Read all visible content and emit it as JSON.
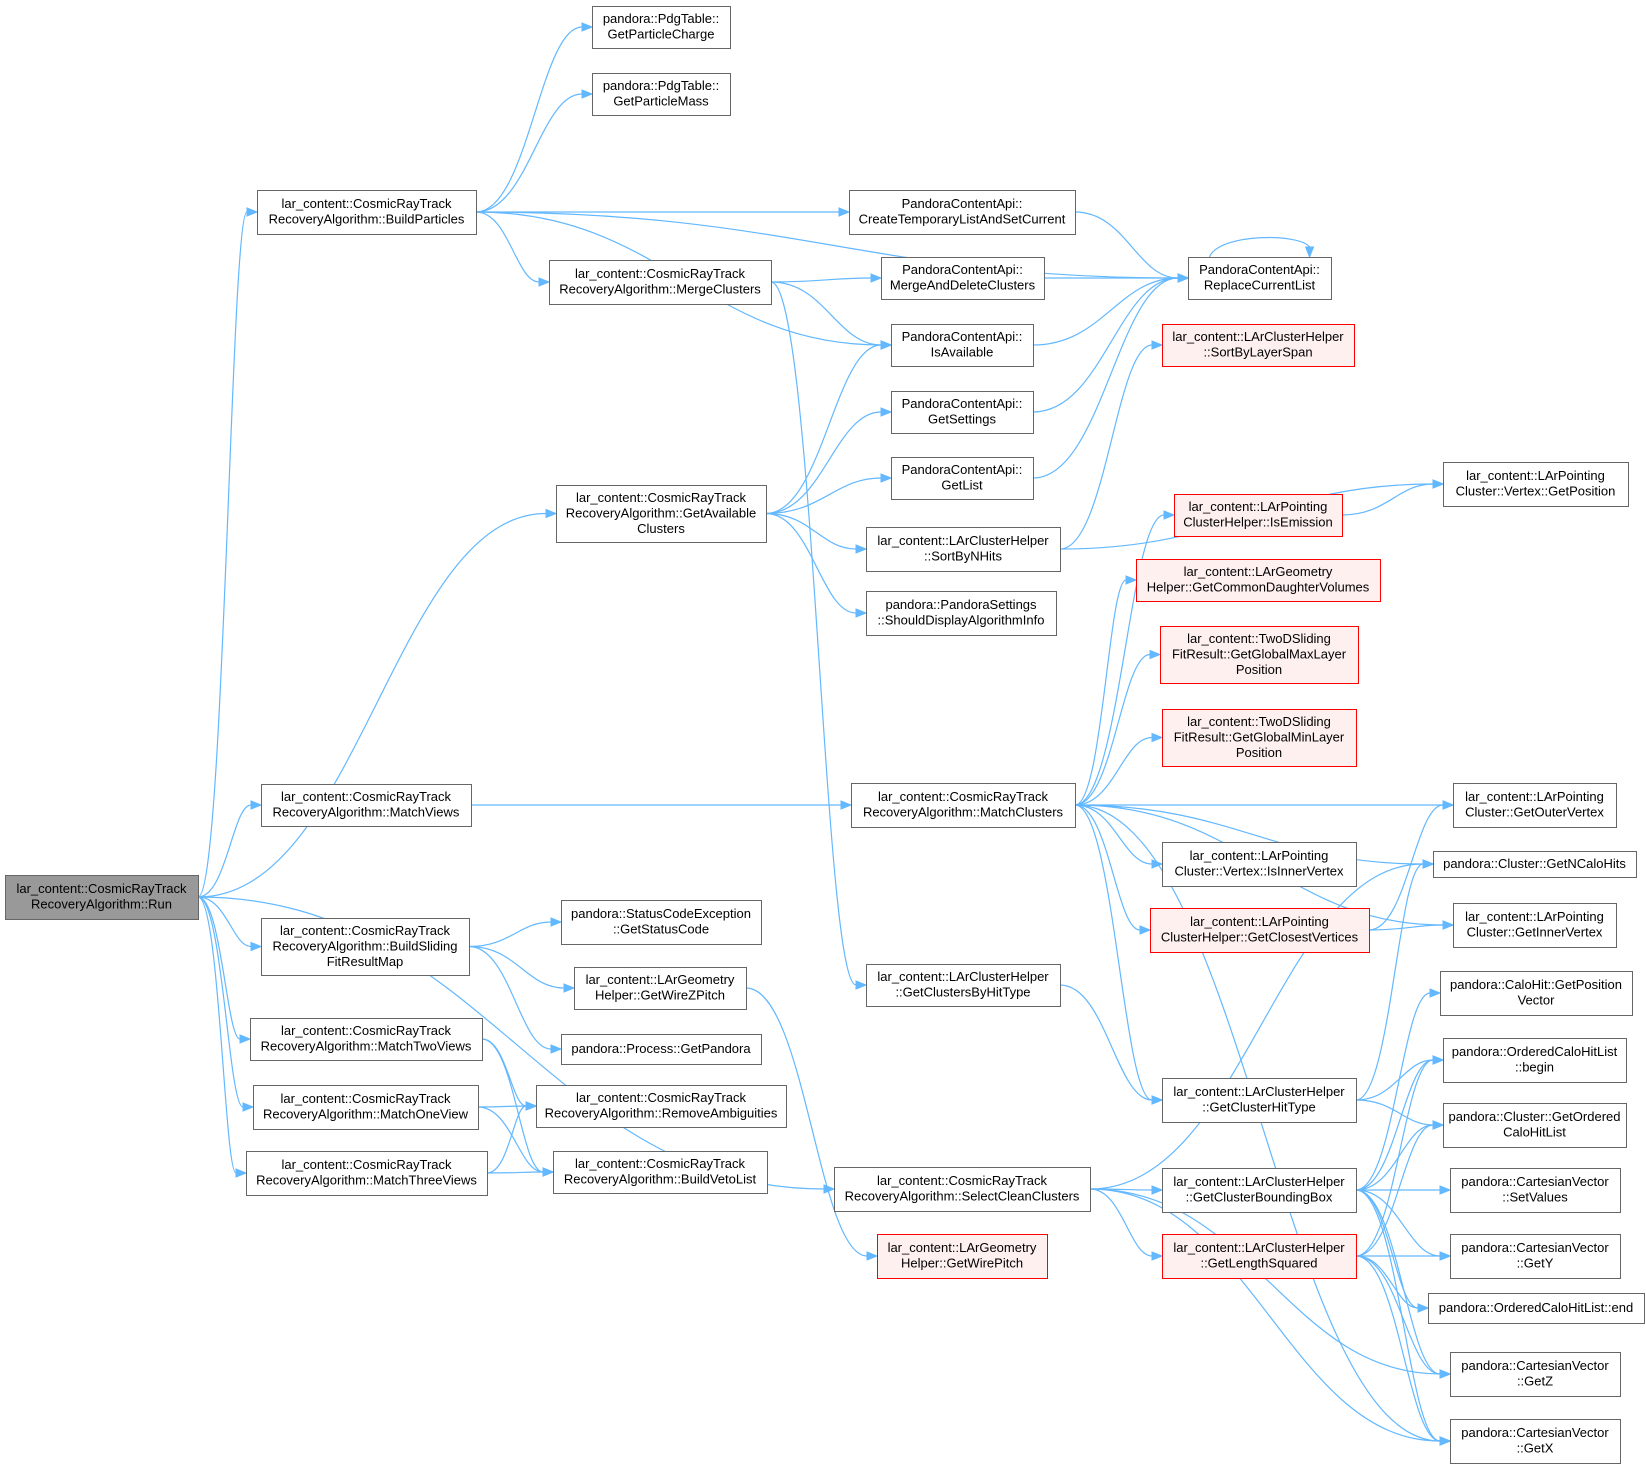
{
  "colors": {
    "node_fill": "#ffffff",
    "node_border": "#666666",
    "root_fill": "#999999",
    "root_border": "#666666",
    "truncated_fill": "#fff0f0",
    "truncated_border": "#ff0000",
    "edge": "#63b8ff"
  },
  "nodes": [
    {
      "id": "run",
      "lines": [
        "lar_content::CosmicRayTrack",
        "RecoveryAlgorithm::Run"
      ],
      "style": "root"
    },
    {
      "id": "buildParticles",
      "lines": [
        "lar_content::CosmicRayTrack",
        "RecoveryAlgorithm::BuildParticles"
      ],
      "style": "normal"
    },
    {
      "id": "pdgCharge",
      "lines": [
        "pandora::PdgTable::",
        "GetParticleCharge"
      ],
      "style": "normal"
    },
    {
      "id": "pdgMass",
      "lines": [
        "pandora::PdgTable::",
        "GetParticleMass"
      ],
      "style": "normal"
    },
    {
      "id": "createTemp",
      "lines": [
        "PandoraContentApi::",
        "CreateTemporaryListAndSetCurrent"
      ],
      "style": "normal"
    },
    {
      "id": "replaceList",
      "lines": [
        "PandoraContentApi::",
        "ReplaceCurrentList"
      ],
      "style": "normal"
    },
    {
      "id": "mergeClusters",
      "lines": [
        "lar_content::CosmicRayTrack",
        "RecoveryAlgorithm::MergeClusters"
      ],
      "style": "normal"
    },
    {
      "id": "mergeDelete",
      "lines": [
        "PandoraContentApi::",
        "MergeAndDeleteClusters"
      ],
      "style": "normal"
    },
    {
      "id": "isAvailable",
      "lines": [
        "PandoraContentApi::",
        "IsAvailable"
      ],
      "style": "normal"
    },
    {
      "id": "sortLayerSpan",
      "lines": [
        "lar_content::LArClusterHelper",
        "::SortByLayerSpan"
      ],
      "style": "truncated"
    },
    {
      "id": "getSettings",
      "lines": [
        "PandoraContentApi::",
        "GetSettings"
      ],
      "style": "normal"
    },
    {
      "id": "getAvailable",
      "lines": [
        "lar_content::CosmicRayTrack",
        "RecoveryAlgorithm::GetAvailable",
        "Clusters"
      ],
      "style": "normal"
    },
    {
      "id": "getList",
      "lines": [
        "PandoraContentApi::",
        "GetList"
      ],
      "style": "normal"
    },
    {
      "id": "vertexGetPos",
      "lines": [
        "lar_content::LArPointing",
        "Cluster::Vertex::GetPosition"
      ],
      "style": "normal"
    },
    {
      "id": "isEmission",
      "lines": [
        "lar_content::LArPointing",
        "ClusterHelper::IsEmission"
      ],
      "style": "truncated"
    },
    {
      "id": "sortNHits",
      "lines": [
        "lar_content::LArClusterHelper",
        "::SortByNHits"
      ],
      "style": "normal"
    },
    {
      "id": "commonDaughter",
      "lines": [
        "lar_content::LArGeometry",
        "Helper::GetCommonDaughterVolumes"
      ],
      "style": "truncated"
    },
    {
      "id": "shouldDisplay",
      "lines": [
        "pandora::PandoraSettings",
        "::ShouldDisplayAlgorithmInfo"
      ],
      "style": "normal"
    },
    {
      "id": "globalMax",
      "lines": [
        "lar_content::TwoDSliding",
        "FitResult::GetGlobalMaxLayer",
        "Position"
      ],
      "style": "truncated"
    },
    {
      "id": "globalMin",
      "lines": [
        "lar_content::TwoDSliding",
        "FitResult::GetGlobalMinLayer",
        "Position"
      ],
      "style": "truncated"
    },
    {
      "id": "matchViews",
      "lines": [
        "lar_content::CosmicRayTrack",
        "RecoveryAlgorithm::MatchViews"
      ],
      "style": "normal"
    },
    {
      "id": "matchClusters",
      "lines": [
        "lar_content::CosmicRayTrack",
        "RecoveryAlgorithm::MatchClusters"
      ],
      "style": "normal"
    },
    {
      "id": "getOuterVertex",
      "lines": [
        "lar_content::LArPointing",
        "Cluster::GetOuterVertex"
      ],
      "style": "normal"
    },
    {
      "id": "isInnerVertex",
      "lines": [
        "lar_content::LArPointing",
        "Cluster::Vertex::IsInnerVertex"
      ],
      "style": "normal"
    },
    {
      "id": "getNCaloHits",
      "lines": [
        "pandora::Cluster::GetNCaloHits"
      ],
      "style": "normal"
    },
    {
      "id": "statusCode",
      "lines": [
        "pandora::StatusCodeException",
        "::GetStatusCode"
      ],
      "style": "normal"
    },
    {
      "id": "buildSliding",
      "lines": [
        "lar_content::CosmicRayTrack",
        "RecoveryAlgorithm::BuildSliding",
        "FitResultMap"
      ],
      "style": "normal"
    },
    {
      "id": "closestVertices",
      "lines": [
        "lar_content::LArPointing",
        "ClusterHelper::GetClosestVertices"
      ],
      "style": "truncated"
    },
    {
      "id": "getInnerVertex",
      "lines": [
        "lar_content::LArPointing",
        "Cluster::GetInnerVertex"
      ],
      "style": "normal"
    },
    {
      "id": "wireZPitch",
      "lines": [
        "lar_content::LArGeometry",
        "Helper::GetWireZPitch"
      ],
      "style": "normal"
    },
    {
      "id": "clustersByHitType",
      "lines": [
        "lar_content::LArClusterHelper",
        "::GetClustersByHitType"
      ],
      "style": "normal"
    },
    {
      "id": "caloHitPos",
      "lines": [
        "pandora::CaloHit::GetPosition",
        "Vector"
      ],
      "style": "normal"
    },
    {
      "id": "matchTwoViews",
      "lines": [
        "lar_content::CosmicRayTrack",
        "RecoveryAlgorithm::MatchTwoViews"
      ],
      "style": "normal"
    },
    {
      "id": "getPandora",
      "lines": [
        "pandora::Process::GetPandora"
      ],
      "style": "normal"
    },
    {
      "id": "orderedBegin",
      "lines": [
        "pandora::OrderedCaloHitList",
        "::begin"
      ],
      "style": "normal"
    },
    {
      "id": "matchOneView",
      "lines": [
        "lar_content::CosmicRayTrack",
        "RecoveryAlgorithm::MatchOneView"
      ],
      "style": "normal"
    },
    {
      "id": "removeAmbig",
      "lines": [
        "lar_content::CosmicRayTrack",
        "RecoveryAlgorithm::RemoveAmbiguities"
      ],
      "style": "normal"
    },
    {
      "id": "clusterHitType",
      "lines": [
        "lar_content::LArClusterHelper",
        "::GetClusterHitType"
      ],
      "style": "normal"
    },
    {
      "id": "getOrderedList",
      "lines": [
        "pandora::Cluster::GetOrdered",
        "CaloHitList"
      ],
      "style": "normal"
    },
    {
      "id": "matchThreeViews",
      "lines": [
        "lar_content::CosmicRayTrack",
        "RecoveryAlgorithm::MatchThreeViews"
      ],
      "style": "normal"
    },
    {
      "id": "buildVeto",
      "lines": [
        "lar_content::CosmicRayTrack",
        "RecoveryAlgorithm::BuildVetoList"
      ],
      "style": "normal"
    },
    {
      "id": "selectClean",
      "lines": [
        "lar_content::CosmicRayTrack",
        "RecoveryAlgorithm::SelectCleanClusters"
      ],
      "style": "normal"
    },
    {
      "id": "boundingBox",
      "lines": [
        "lar_content::LArClusterHelper",
        "::GetClusterBoundingBox"
      ],
      "style": "normal"
    },
    {
      "id": "setValues",
      "lines": [
        "pandora::CartesianVector",
        "::SetValues"
      ],
      "style": "normal"
    },
    {
      "id": "wirePitch",
      "lines": [
        "lar_content::LArGeometry",
        "Helper::GetWirePitch"
      ],
      "style": "truncated"
    },
    {
      "id": "lengthSquared",
      "lines": [
        "lar_content::LArClusterHelper",
        "::GetLengthSquared"
      ],
      "style": "truncated"
    },
    {
      "id": "getY",
      "lines": [
        "pandora::CartesianVector",
        "::GetY"
      ],
      "style": "normal"
    },
    {
      "id": "orderedEnd",
      "lines": [
        "pandora::OrderedCaloHitList::end"
      ],
      "style": "normal"
    },
    {
      "id": "getZ",
      "lines": [
        "pandora::CartesianVector",
        "::GetZ"
      ],
      "style": "normal"
    },
    {
      "id": "getX",
      "lines": [
        "pandora::CartesianVector",
        "::GetX"
      ],
      "style": "normal"
    }
  ]
}
